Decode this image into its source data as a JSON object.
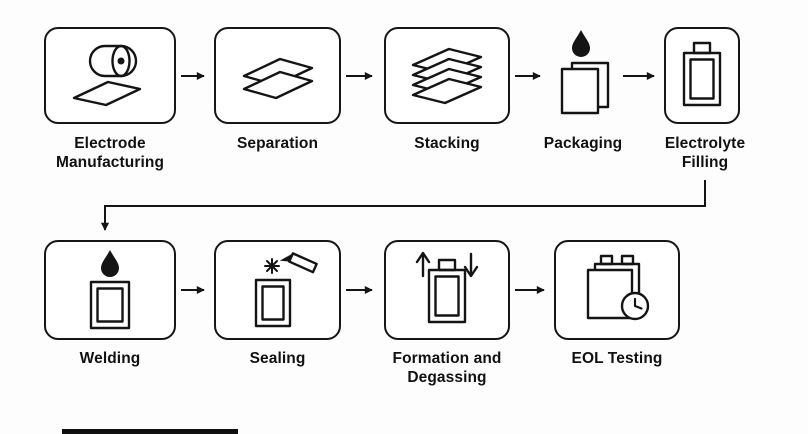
{
  "page": {
    "background_color": "#fdfdfd",
    "line_color": "#141414",
    "text_color": "#111111"
  },
  "diagram": {
    "type": "flowchart",
    "subject": "pouch battery cell manufacturing process",
    "rows": [
      {
        "nodes": [
          {
            "label": "Electrode Manufacturing",
            "icon": "electrode-roll-icon",
            "boxed": true
          },
          {
            "label": "Separation",
            "icon": "separator-sheets-icon",
            "boxed": true
          },
          {
            "label": "Stacking",
            "icon": "stacked-sheets-icon",
            "boxed": true
          },
          {
            "label": "Packaging",
            "icon": "pouch-droplet-icon",
            "boxed": false
          },
          {
            "label": "Electrolyte Filling",
            "icon": "pouch-cell-icon",
            "boxed": true
          }
        ]
      },
      {
        "nodes": [
          {
            "label": "Welding",
            "icon": "droplet-pouch-icon",
            "boxed": true
          },
          {
            "label": "Sealing",
            "icon": "pouch-torch-spark-icon",
            "boxed": true
          },
          {
            "label": "Formation and Degassing",
            "icon": "pouch-updown-arrows-icon",
            "boxed": true
          },
          {
            "label": "EOL Testing",
            "icon": "battery-clock-icon",
            "boxed": true
          }
        ]
      }
    ],
    "connections": [
      "Electrode Manufacturing -> Separation",
      "Separation -> Stacking",
      "Stacking -> Packaging",
      "Packaging -> Electrolyte Filling",
      "Electrolyte Filling -> Welding",
      "Welding -> Sealing",
      "Sealing -> Formation and Degassing",
      "Formation and Degassing -> EOL Testing"
    ]
  }
}
